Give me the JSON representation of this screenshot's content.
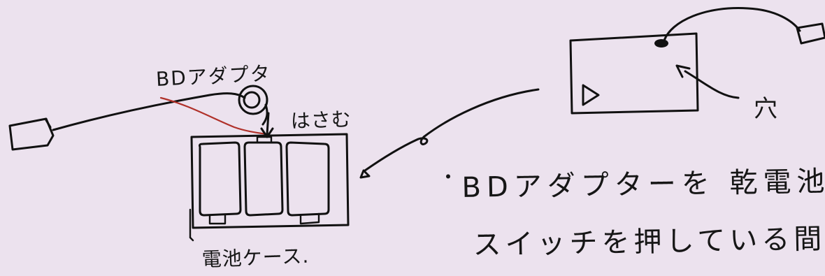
{
  "labels": {
    "adapter": "BDアダプタ",
    "hasamu": "はさむ",
    "ana": "穴",
    "battery_case": "電池ケース."
  },
  "note": {
    "bullet": "・",
    "line1": "BDアダプターを 乾電池",
    "line2": "スイッチを押している間"
  },
  "colors": {
    "paper": "#ece2ee",
    "ink": "#111111",
    "red_wire": "#b0312a"
  }
}
